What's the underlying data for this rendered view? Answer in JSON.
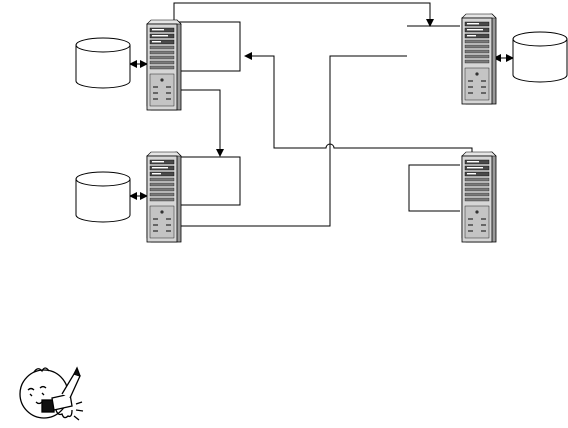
{
  "diagram": {
    "servers": [
      {
        "id": "server-top-left",
        "has_database": true,
        "database_side": "left"
      },
      {
        "id": "server-top-right",
        "has_database": true,
        "database_side": "right"
      },
      {
        "id": "server-bottom-left",
        "has_database": true,
        "database_side": "left"
      },
      {
        "id": "server-bottom-right",
        "has_database": false
      }
    ],
    "databases": [
      {
        "id": "db-top-left",
        "attached_to": "server-top-left"
      },
      {
        "id": "db-top-right",
        "attached_to": "server-top-right"
      },
      {
        "id": "db-bottom-left",
        "attached_to": "server-bottom-left"
      }
    ],
    "connections": [
      {
        "from": "server-top-left",
        "to": "server-top-right",
        "arrow": "to"
      },
      {
        "from": "server-top-left",
        "to": "server-bottom-left",
        "arrow": "to"
      },
      {
        "from": "server-bottom-left",
        "to": "server-top-right",
        "arrow": "none"
      },
      {
        "from": "server-bottom-right",
        "to": "server-top-left",
        "arrow": "to"
      }
    ],
    "mascot_icon": "cartoon-character-holding-pencil-icon",
    "colors": {
      "line": "#000000",
      "server_body": "#d9d9d9",
      "server_face": "#bfbfbf"
    }
  }
}
